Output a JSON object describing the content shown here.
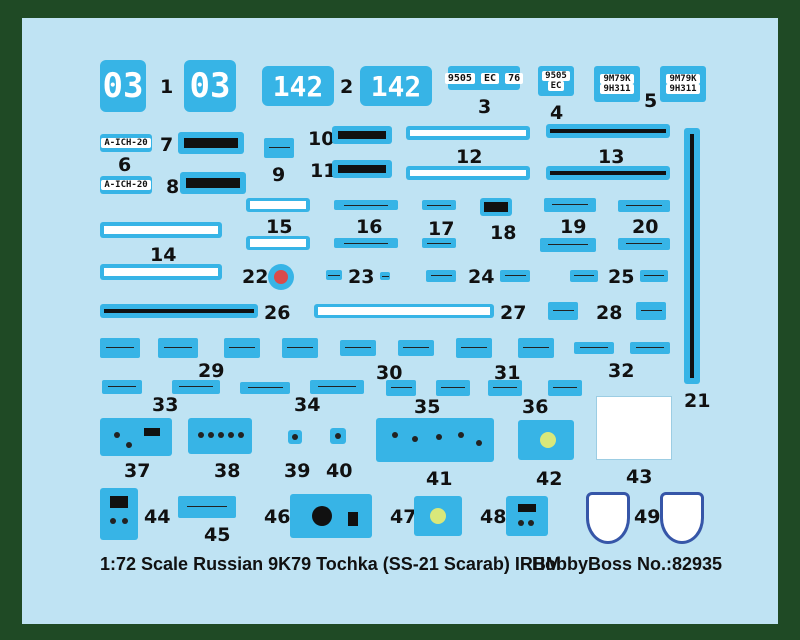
{
  "footer": {
    "title": "1:72 Scale Russian 9K79 Tochka (SS-21 Scarab) IRBM",
    "brand": "HobbyBoss No.:82935"
  },
  "decals": {
    "n03": "03",
    "n142": "142",
    "code1": "9505",
    "code1b": "EC",
    "code1c": "76",
    "code2": "9505",
    "code2b": "EC",
    "code3": "9M79K",
    "code3b": "9H311",
    "aich": "A-ICH-20"
  },
  "numbers": [
    "1",
    "2",
    "3",
    "4",
    "5",
    "6",
    "7",
    "8",
    "9",
    "10",
    "11",
    "12",
    "13",
    "14",
    "15",
    "16",
    "17",
    "18",
    "19",
    "20",
    "21",
    "22",
    "23",
    "24",
    "25",
    "26",
    "27",
    "28",
    "29",
    "30",
    "31",
    "32",
    "33",
    "34",
    "35",
    "36",
    "37",
    "38",
    "39",
    "40",
    "41",
    "42",
    "43",
    "44",
    "45",
    "46",
    "47",
    "48",
    "49"
  ],
  "colors": {
    "background": "#1f4a25",
    "sheet": "#bfe3f3",
    "decal": "#37b4e6"
  }
}
